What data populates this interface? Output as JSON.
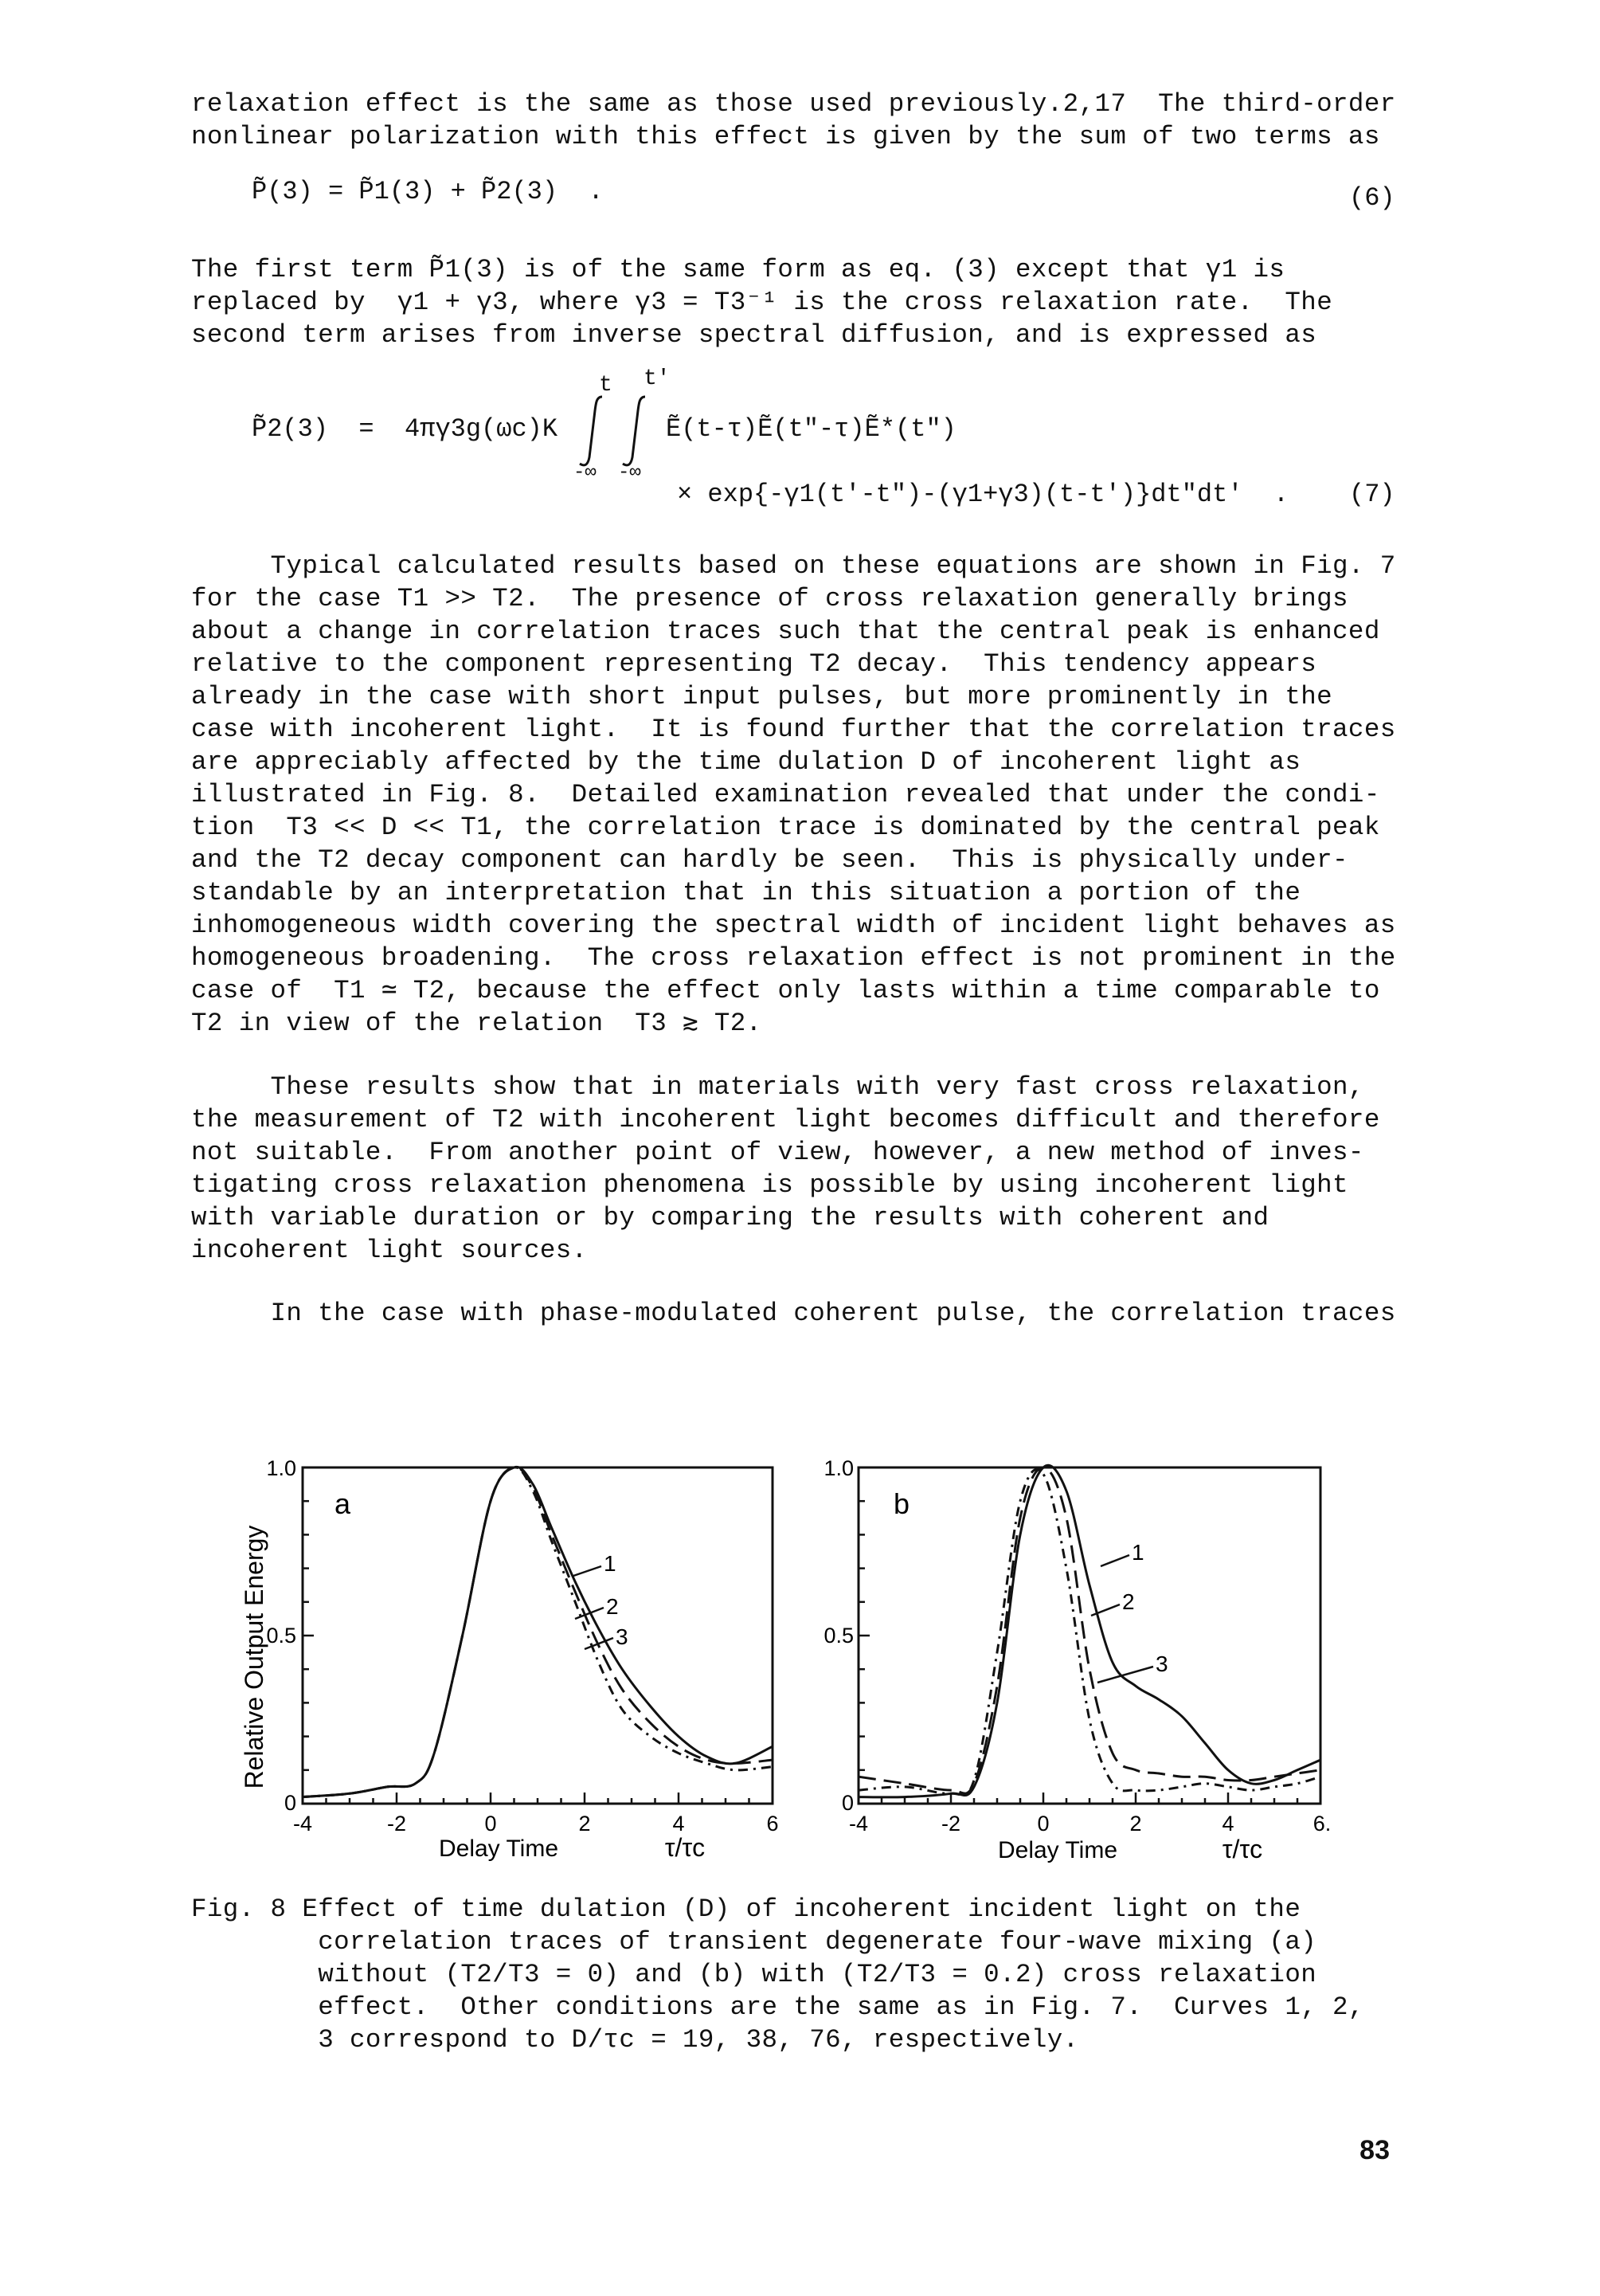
{
  "paragraph_intro": [
    "relaxation effect is the same as those used previously.2,17  The third-order",
    "nonlinear polarization with this effect is given by the sum of two terms as"
  ],
  "eq6": {
    "body": "P̃(3) = P̃1(3) + P̃2(3)  .",
    "number": "(6)"
  },
  "paragraph_first_term": [
    "The first term P̃1(3) is of the same form as eq. (3) except that γ1 is",
    "replaced by  γ1 + γ3, where γ3 = T3⁻¹ is the cross relaxation rate.  The",
    "second term arises from inverse spectral diffusion, and is expressed as"
  ],
  "eq7": {
    "lhs": "P̃2(3)  =  4πγ3g(ωc)K",
    "integrand": "Ẽ(t-τ)Ẽ(t\"-τ)Ẽ*(t\")",
    "upper_limit_outer": "t",
    "upper_limit_inner": "t'",
    "lower_limit_outer": "-∞",
    "lower_limit_inner": "-∞",
    "second_line": "× exp{-γ1(t'-t\")-(γ1+γ3)(t-t')}dt\"dt'  .",
    "number": "(7)"
  },
  "paragraph_results": [
    "     Typical calculated results based on these equations are shown in Fig. 7",
    "for the case T1 >> T2.  The presence of cross relaxation generally brings",
    "about a change in correlation traces such that the central peak is enhanced",
    "relative to the component representing T2 decay.  This tendency appears",
    "already in the case with short input pulses, but more prominently in the",
    "case with incoherent light.  It is found further that the correlation traces",
    "are appreciably affected by the time dulation D of incoherent light as",
    "illustrated in Fig. 8.  Detailed examination revealed that under the condi-",
    "tion  T3 << D << T1, the correlation trace is dominated by the central peak",
    "and the T2 decay component can hardly be seen.  This is physically under-",
    "standable by an interpretation that in this situation a portion of the",
    "inhomogeneous width covering the spectral width of incident light behaves as",
    "homogeneous broadening.  The cross relaxation effect is not prominent in the",
    "case of  T1 ≃ T2, because the effect only lasts within a time comparable to",
    "T2 in view of the relation  T3 ≳ T2."
  ],
  "paragraph_conclusion": [
    "     These results show that in materials with very fast cross relaxation,",
    "the measurement of T2 with incoherent light becomes difficult and therefore",
    "not suitable.  From another point of view, however, a new method of inves-",
    "tigating cross relaxation phenomena is possible by using incoherent light",
    "with variable duration or by comparing the results with coherent and",
    "incoherent light sources."
  ],
  "paragraph_last": [
    "     In the case with phase-modulated coherent pulse, the correlation traces"
  ],
  "figure": {
    "y_axis_label": "Relative Output Energy",
    "x_axis_label": "Delay Time",
    "x_axis_unit": "τ/τc",
    "panel_a": {
      "letter": "a",
      "y_tick_labels": [
        "1.0",
        "0.5",
        "0"
      ],
      "x_tick_labels": [
        "-4",
        "-2",
        "0",
        "2",
        "4",
        "6"
      ],
      "curve_labels": [
        "1",
        "2",
        "3"
      ]
    },
    "panel_b": {
      "letter": "b",
      "y_tick_labels": [
        "1.0",
        "0.5",
        "0"
      ],
      "x_tick_labels": [
        "-4",
        "-2",
        "0",
        "2",
        "4",
        "6."
      ],
      "curve_labels": [
        "1",
        "2",
        "3"
      ]
    }
  },
  "caption": [
    "Fig. 8 Effect of time dulation (D) of incoherent incident light on the",
    "        correlation traces of transient degenerate four-wave mixing (a)",
    "        without (T2/T3 = 0) and (b) with (T2/T3 = 0.2) cross relaxation",
    "        effect.  Other conditions are the same as in Fig. 7.  Curves 1, 2,",
    "        3 correspond to D/τc = 19, 38, 76, respectively."
  ],
  "page_number": "83",
  "chart_data": [
    {
      "type": "line",
      "panel": "a",
      "xlabel": "Delay Time τ/τc",
      "ylabel": "Relative Output Energy",
      "xlim": [
        -4,
        6
      ],
      "ylim": [
        0,
        1.0
      ],
      "series": [
        {
          "name": "1",
          "x": [
            -4,
            -3,
            -2.2,
            -1.6,
            -1.2,
            -0.6,
            0,
            0.5,
            0.9,
            1.3,
            1.8,
            2.3,
            2.8,
            3.4,
            4,
            4.6,
            5.2,
            6
          ],
          "y": [
            0.02,
            0.03,
            0.05,
            0.06,
            0.15,
            0.5,
            0.9,
            1.0,
            0.95,
            0.82,
            0.66,
            0.52,
            0.4,
            0.29,
            0.2,
            0.14,
            0.12,
            0.17
          ]
        },
        {
          "name": "2",
          "x": [
            -4,
            -3,
            -2.2,
            -1.6,
            -1.2,
            -0.6,
            0,
            0.5,
            0.9,
            1.3,
            1.8,
            2.3,
            2.8,
            3.4,
            4,
            4.6,
            5.2,
            6
          ],
          "y": [
            0.02,
            0.03,
            0.05,
            0.06,
            0.15,
            0.5,
            0.9,
            1.0,
            0.94,
            0.8,
            0.63,
            0.47,
            0.34,
            0.24,
            0.17,
            0.13,
            0.12,
            0.13
          ]
        },
        {
          "name": "3",
          "x": [
            -4,
            -3,
            -2.2,
            -1.6,
            -1.2,
            -0.6,
            0,
            0.5,
            0.9,
            1.3,
            1.8,
            2.3,
            2.8,
            3.4,
            4,
            4.6,
            5.2,
            6
          ],
          "y": [
            0.02,
            0.03,
            0.05,
            0.06,
            0.15,
            0.5,
            0.9,
            1.0,
            0.93,
            0.78,
            0.6,
            0.42,
            0.28,
            0.2,
            0.15,
            0.12,
            0.1,
            0.11
          ]
        }
      ]
    },
    {
      "type": "line",
      "panel": "b",
      "xlabel": "Delay Time τ/τc",
      "ylabel": "Relative Output Energy",
      "xlim": [
        -4,
        6
      ],
      "ylim": [
        0,
        1.0
      ],
      "series": [
        {
          "name": "1",
          "x": [
            -4,
            -3,
            -2,
            -1.5,
            -1,
            -0.5,
            0,
            0.5,
            1,
            1.5,
            2,
            2.5,
            3,
            3.5,
            4,
            4.5,
            5,
            5.5,
            6
          ],
          "y": [
            0.02,
            0.02,
            0.03,
            0.05,
            0.3,
            0.8,
            1.0,
            0.93,
            0.65,
            0.42,
            0.35,
            0.31,
            0.26,
            0.18,
            0.1,
            0.06,
            0.07,
            0.1,
            0.13
          ]
        },
        {
          "name": "2",
          "x": [
            -4,
            -3,
            -2,
            -1.5,
            -1,
            -0.5,
            0,
            0.5,
            1,
            1.5,
            2,
            2.5,
            3,
            3.5,
            4,
            4.5,
            5,
            5.5,
            6
          ],
          "y": [
            0.08,
            0.06,
            0.04,
            0.06,
            0.35,
            0.85,
            1.0,
            0.85,
            0.4,
            0.15,
            0.1,
            0.09,
            0.08,
            0.08,
            0.07,
            0.07,
            0.08,
            0.09,
            0.1
          ]
        },
        {
          "name": "3",
          "x": [
            -4,
            -3,
            -2,
            -1.5,
            -1,
            -0.5,
            0,
            0.5,
            1,
            1.5,
            2,
            2.5,
            3,
            3.5,
            4,
            4.5,
            5,
            5.5,
            6
          ],
          "y": [
            0.04,
            0.05,
            0.03,
            0.07,
            0.45,
            0.9,
            0.98,
            0.7,
            0.25,
            0.06,
            0.04,
            0.04,
            0.05,
            0.06,
            0.05,
            0.04,
            0.05,
            0.06,
            0.08
          ]
        }
      ]
    }
  ]
}
